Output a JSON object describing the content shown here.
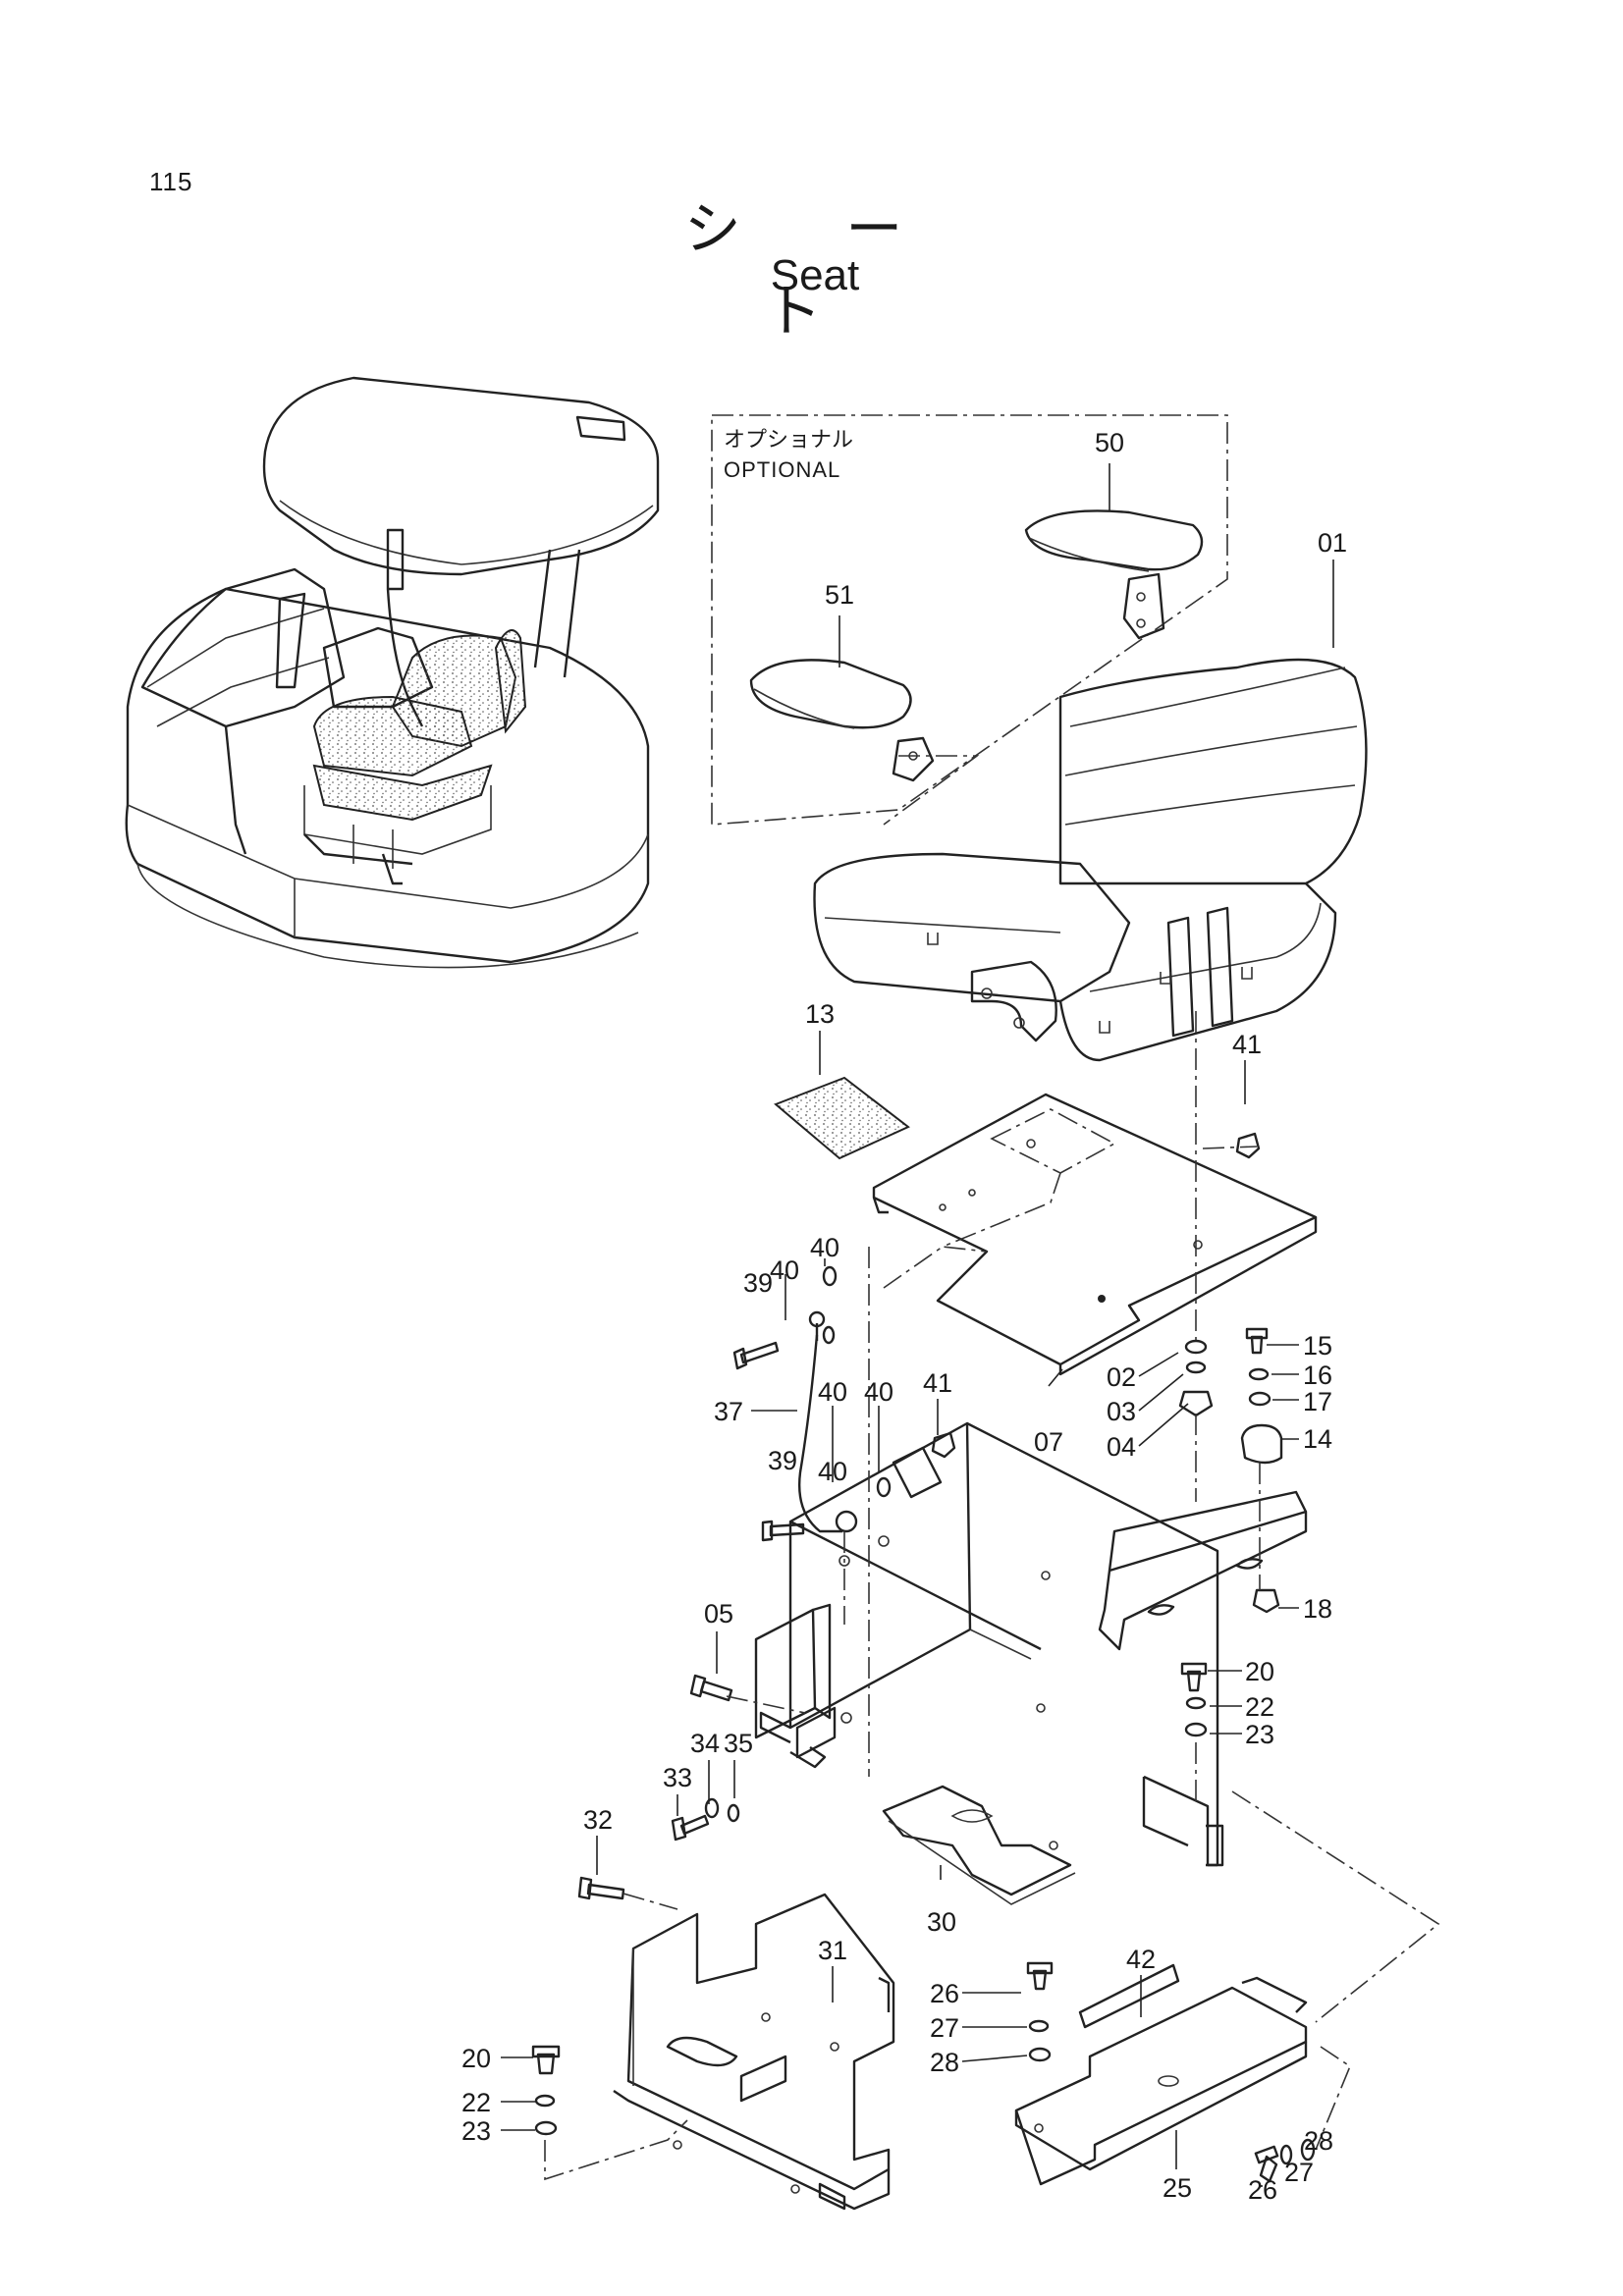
{
  "page": {
    "number": "115"
  },
  "title": {
    "japanese": "シ ー ト",
    "english": "Seat"
  },
  "optional_box": {
    "label_jp": "オプショナル",
    "label_en": "OPTIONAL"
  },
  "callouts": [
    "50",
    "51",
    "01",
    "13",
    "41",
    "40",
    "40",
    "39",
    "40",
    "37",
    "41",
    "40",
    "39",
    "40",
    "02",
    "03",
    "04",
    "07",
    "15",
    "16",
    "17",
    "14",
    "18",
    "05",
    "20",
    "22",
    "23",
    "34",
    "35",
    "33",
    "32",
    "30",
    "31",
    "42",
    "26",
    "27",
    "28",
    "20",
    "22",
    "23",
    "26",
    "27",
    "28",
    "25"
  ]
}
